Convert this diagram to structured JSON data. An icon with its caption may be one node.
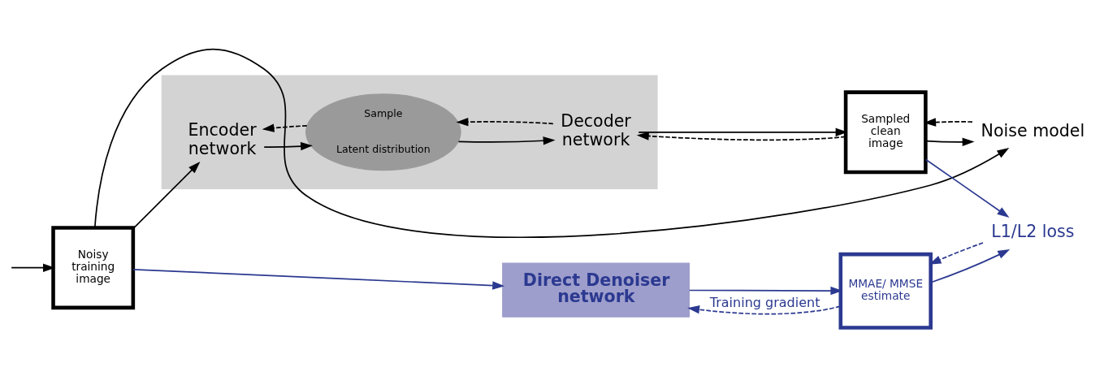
{
  "diagram": {
    "nodes": [
      {
        "text": [
          "Noisy training image"
        ]
      },
      {
        "text": [
          "Noise model"
        ]
      },
      {
        "text": [],
        "shape": "box"
      },
      {
        "text": [
          "Encoder network"
        ],
        "in": 2
      },
      {
        "text": [
          "Sample",
          "Latent distribution"
        ],
        "in": 2
      },
      {
        "text": [
          "Decoder network"
        ],
        "in": 2
      },
      {
        "text": [
          "Sampled clean image"
        ]
      },
      {
        "text": [
          "Direct Denoiser network"
        ]
      },
      {
        "text": [
          "MMAE/ MMSE estimate"
        ]
      },
      {
        "text": [
          "L1/L2 loss"
        ]
      }
    ],
    "edges": [
      {
        "from": null,
        "to": 0,
        "arrow": "to"
      },
      {
        "from": 0,
        "to": 1,
        "arrow": "to"
      },
      {
        "from": 0,
        "to": 3,
        "arrow": "to"
      },
      {
        "from": 3,
        "to": 4,
        "arrow": "to"
      },
      {
        "from": 4,
        "to": 3,
        "arrow": "to",
        "style": "dashed"
      },
      {
        "from": 4,
        "to": 5,
        "arrow": "to"
      },
      {
        "from": 5,
        "to": 4,
        "arrow": "to",
        "style": "dashed"
      },
      {
        "from": 5,
        "to": 6,
        "arrow": "to"
      },
      {
        "from": 6,
        "to": 5,
        "arrow": "to",
        "style": "dashed"
      },
      {
        "from": 1,
        "to": 6,
        "arrow": "to",
        "style": "dashed"
      },
      {
        "from": 6,
        "to": 1,
        "arrow": "to"
      },
      {
        "from": 6,
        "to": 9,
        "arrow": "to",
        "color": "#2b3990"
      },
      {
        "from": 0,
        "to": 7,
        "arrow": "to",
        "color": "#2b3990"
      },
      {
        "from": 7,
        "to": 8,
        "arrow": "to",
        "color": "#2b3990"
      },
      {
        "from": 8,
        "to": 7,
        "arrow": "to",
        "style": "dashed",
        "color": "#2b3990",
        "label": "Training gradient"
      },
      {
        "from": 8,
        "to": 9,
        "arrow": "to",
        "color": "#2b3990"
      },
      {
        "from": 9,
        "to": 8,
        "arrow": "to",
        "style": "dashed",
        "color": "#2b3990"
      }
    ]
  }
}
